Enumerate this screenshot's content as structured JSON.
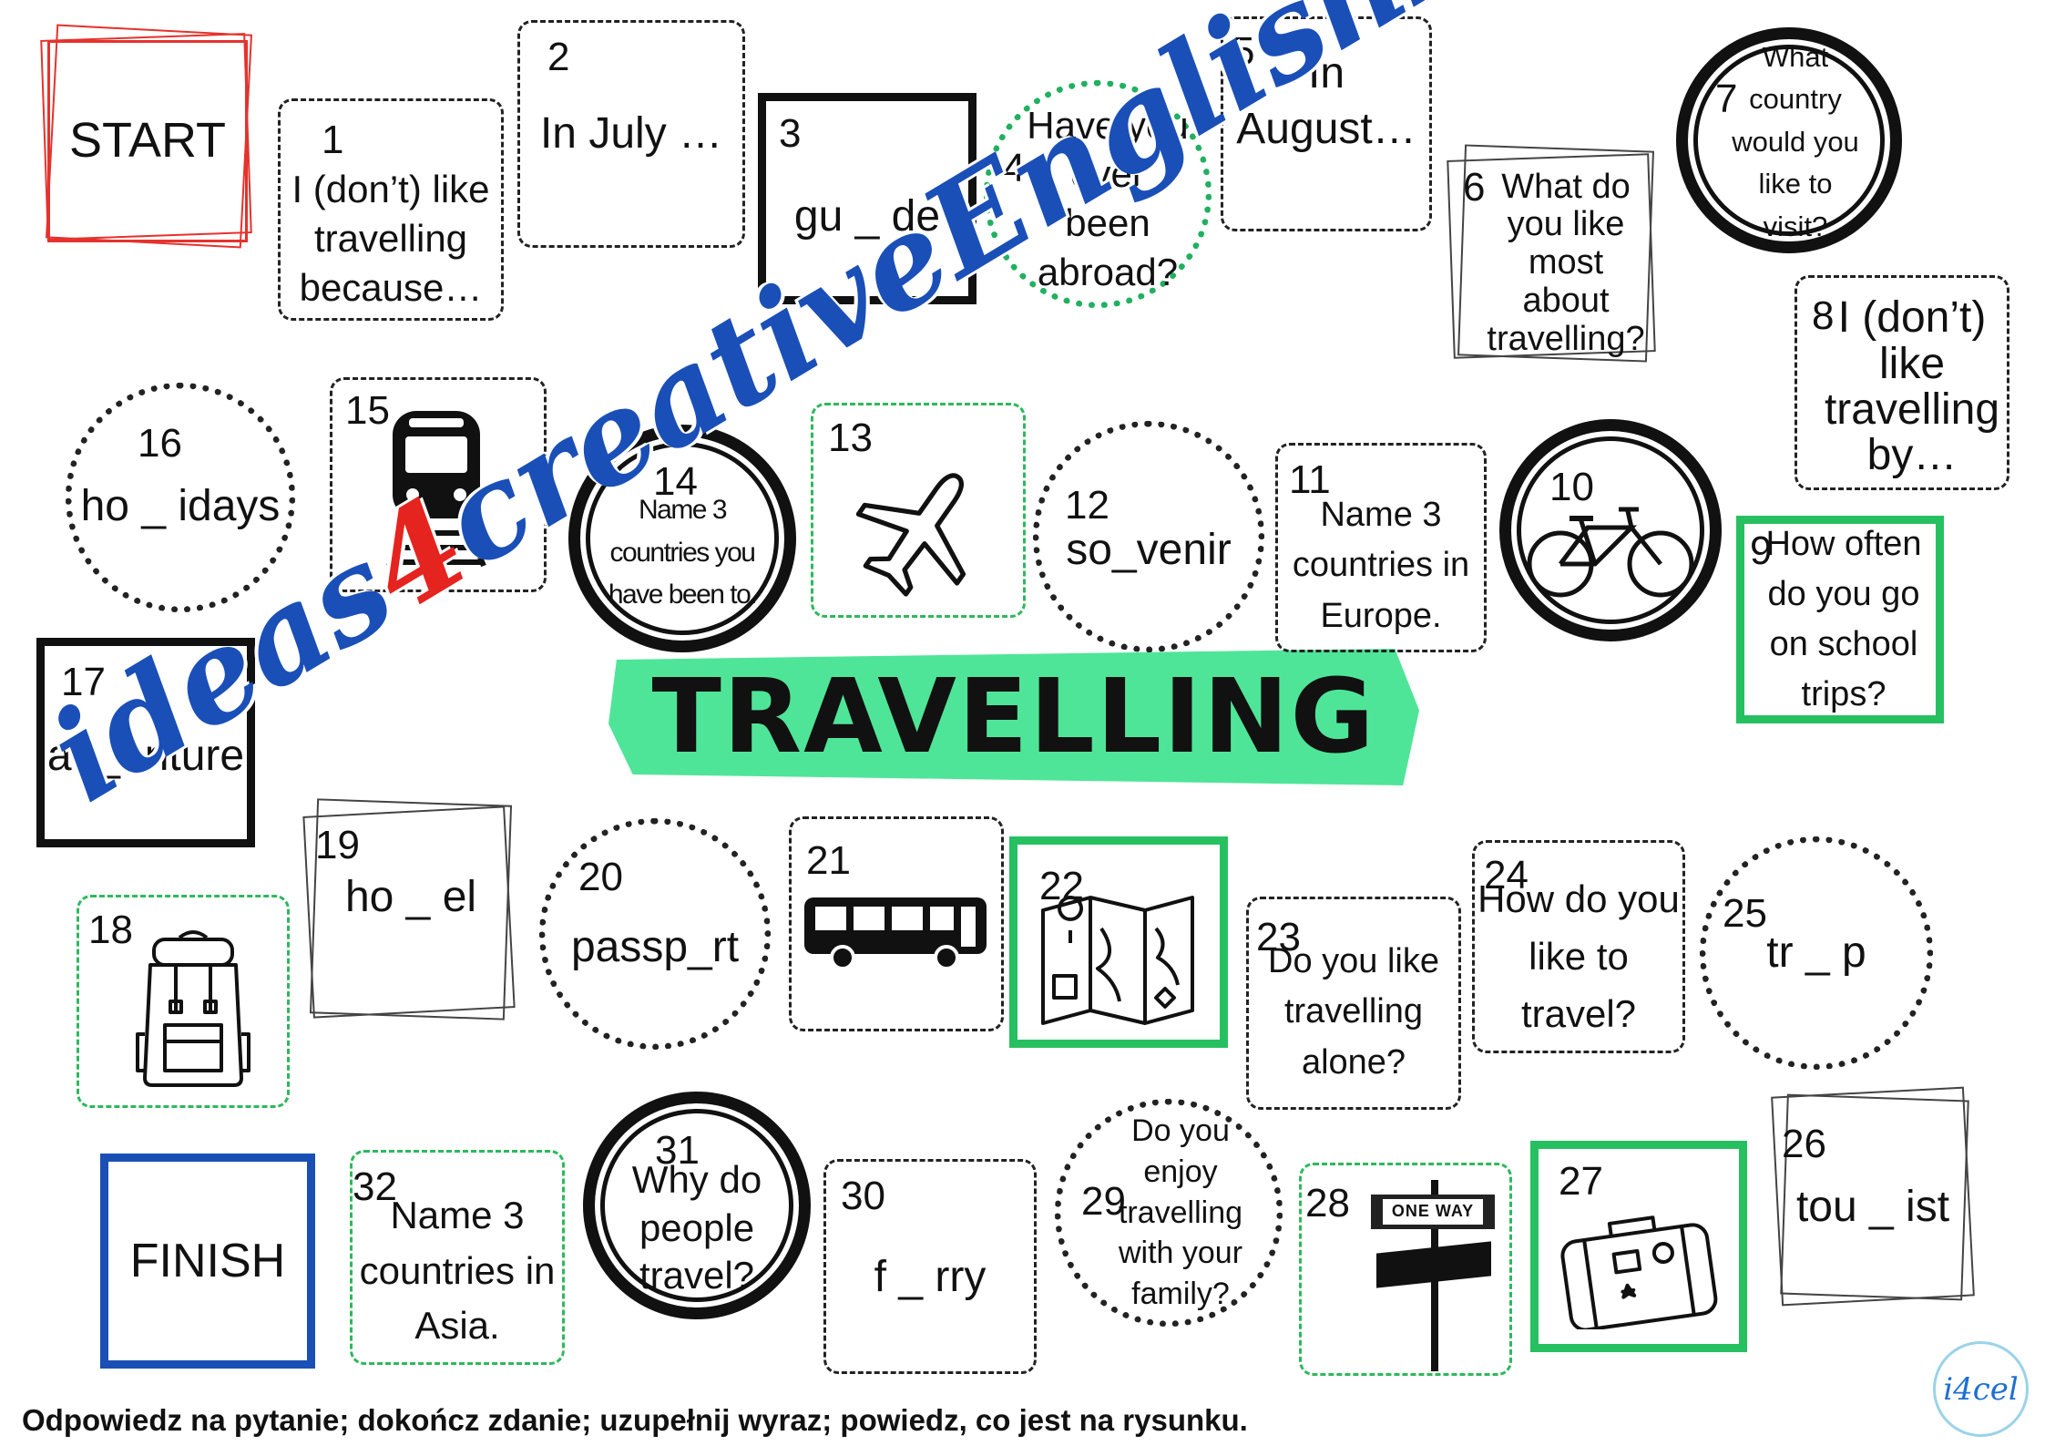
{
  "board": {
    "title": "TRAVELLING",
    "watermark_part1": "ideas",
    "watermark_digit": "4",
    "watermark_part2": "creativeEnglishLessons",
    "instruction": "Odpowiedz na pytanie; dokończ zdanie; uzupełnij wyraz; powiedz, co jest na rysunku.",
    "logo_text": "i4cel",
    "colors": {
      "banner": "#4fe598",
      "watermark": "#1a4fb8",
      "watermark_accent": "#e5231f",
      "green_border": "#27c060",
      "blue_border": "#1a4fb5",
      "start_border": "#e5322d"
    }
  },
  "squares": {
    "start": {
      "text": "START"
    },
    "finish": {
      "text": "FINISH"
    },
    "s1": {
      "num": "1",
      "text": "I (don’t) like travelling because…"
    },
    "s2": {
      "num": "2",
      "text": "In July …"
    },
    "s3": {
      "num": "3",
      "text": "gu _ de"
    },
    "s4": {
      "num": "4",
      "text": "Have you ever been abroad?"
    },
    "s5": {
      "num": "5",
      "text": "In August…"
    },
    "s6": {
      "num": "6",
      "text": "What do you like most about travelling?"
    },
    "s7": {
      "num": "7",
      "text": "What country would you like to visit?"
    },
    "s8": {
      "num": "8",
      "text": "I (don’t) like travelling by…"
    },
    "s9": {
      "num": "9",
      "text": "How often do you go on school trips?"
    },
    "s10": {
      "num": "10",
      "icon": "bicycle-icon"
    },
    "s11": {
      "num": "11",
      "text": "Name 3 countries in Europe."
    },
    "s12": {
      "num": "12",
      "text": "so_venir"
    },
    "s13": {
      "num": "13",
      "icon": "airplane-icon"
    },
    "s14": {
      "num": "14",
      "text": "Name 3 countries you have been to."
    },
    "s15": {
      "num": "15",
      "icon": "train-icon"
    },
    "s16": {
      "num": "16",
      "text": "ho _ idays"
    },
    "s17": {
      "num": "17",
      "text": "ad_enture"
    },
    "s18": {
      "num": "18",
      "icon": "backpack-icon"
    },
    "s19": {
      "num": "19",
      "text": "ho _ el"
    },
    "s20": {
      "num": "20",
      "text": "passp_rt"
    },
    "s21": {
      "num": "21",
      "icon": "bus-icon"
    },
    "s22": {
      "num": "22",
      "icon": "map-icon"
    },
    "s23": {
      "num": "23",
      "text": "Do you like travelling alone?"
    },
    "s24": {
      "num": "24",
      "text": "How do you like to travel?"
    },
    "s25": {
      "num": "25",
      "text": "tr _ p"
    },
    "s26": {
      "num": "26",
      "text": "tou _ ist"
    },
    "s27": {
      "num": "27",
      "icon": "suitcase-icon"
    },
    "s28": {
      "num": "28",
      "icon": "one-way-sign-icon",
      "sign_text": "ONE WAY"
    },
    "s29": {
      "num": "29",
      "text": "Do you enjoy travelling with your family?"
    },
    "s30": {
      "num": "30",
      "text": "f _ rry"
    },
    "s31": {
      "num": "31",
      "text": "Why do people travel?"
    },
    "s32": {
      "num": "32",
      "text": "Name 3 countries in Asia."
    }
  }
}
